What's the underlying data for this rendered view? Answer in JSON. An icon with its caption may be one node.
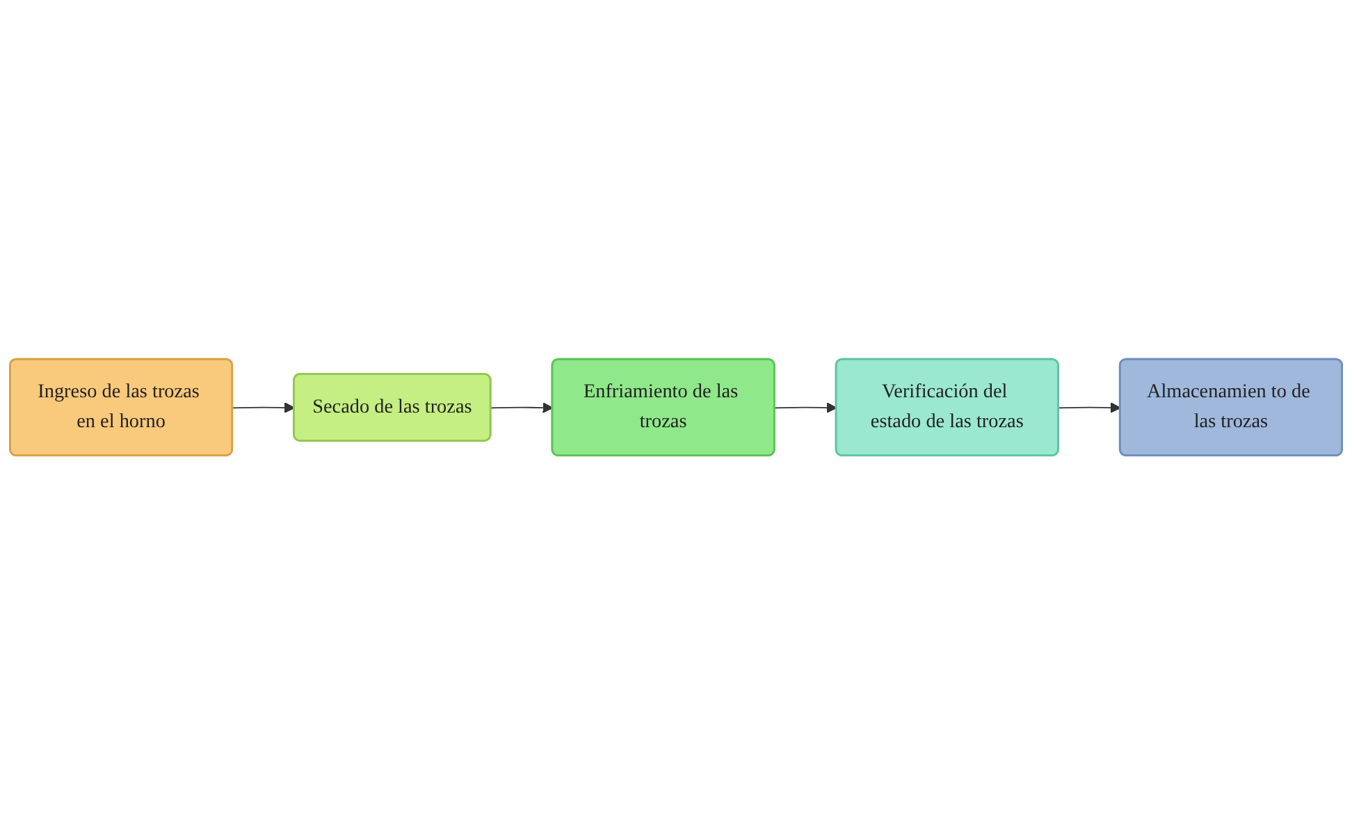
{
  "diagram": {
    "nodes": [
      {
        "text": [
          "Ingreso de las trozas en el horno"
        ]
      },
      {
        "text": [
          "Secado de las trozas"
        ]
      },
      {
        "text": [
          "Enfriamiento de las trozas"
        ]
      },
      {
        "text": [
          "Almacenamien to de las trozas"
        ]
      },
      {
        "text": [
          "Verificación del estado de las trozas"
        ]
      }
    ],
    "edges": [
      {
        "from": 0,
        "to": 1,
        "arrow": "to"
      },
      {
        "from": 1,
        "to": 2,
        "arrow": "to"
      },
      {
        "from": 2,
        "to": 4,
        "arrow": "to"
      },
      {
        "from": 4,
        "to": 3,
        "arrow": "to"
      }
    ]
  }
}
